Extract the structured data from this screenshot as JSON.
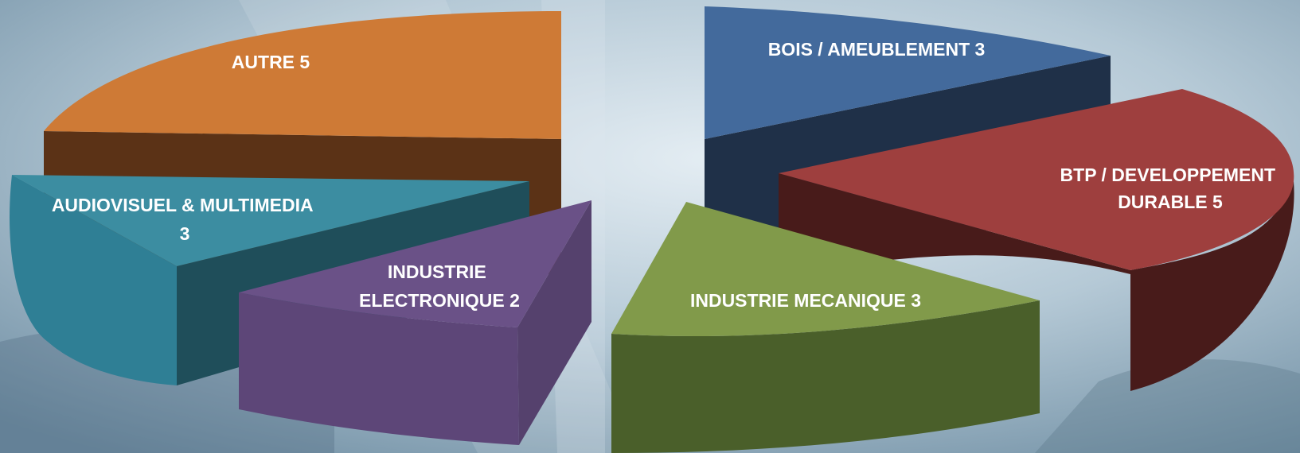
{
  "chart_data": {
    "type": "pie",
    "style": "3d-exploded",
    "title": "",
    "slices": [
      {
        "key": "autre",
        "label": [
          "AUTRE 5"
        ],
        "value": 5,
        "color": "#ce7a36"
      },
      {
        "key": "bois",
        "label": [
          "BOIS / AMEUBLEMENT 3"
        ],
        "value": 3,
        "color": "#436a9c"
      },
      {
        "key": "btp",
        "label": [
          "BTP / DEVELOPPEMENT",
          "DURABLE 5"
        ],
        "value": 5,
        "color": "#9e3f3e"
      },
      {
        "key": "mecanique",
        "label": [
          "INDUSTRIE MECANIQUE 3"
        ],
        "value": 3,
        "color": "#819a4a"
      },
      {
        "key": "electronique",
        "label": [
          "INDUSTRIE",
          "ELECTRONIQUE 2"
        ],
        "value": 2,
        "color": "#6a5187"
      },
      {
        "key": "audiovisuel",
        "label": [
          "AUDIOVISUEL & MULTIMEDIA",
          "3"
        ],
        "value": 3,
        "color": "#3c8da1"
      }
    ],
    "legend": "none"
  }
}
